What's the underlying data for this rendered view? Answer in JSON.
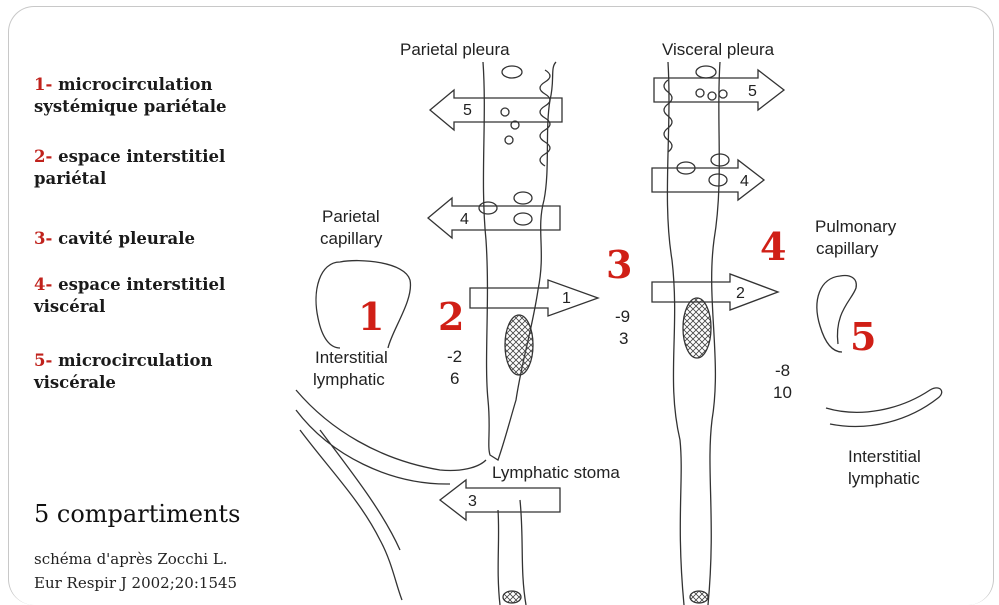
{
  "legend": [
    {
      "num": "1-",
      "text": "microcirculation",
      "text2": "systémique pariétale"
    },
    {
      "num": "2-",
      "text": "espace interstitiel",
      "text2": "pariétal"
    },
    {
      "num": "3-",
      "text": "cavité pleurale",
      "text2": ""
    },
    {
      "num": "4-",
      "text": "espace interstitiel",
      "text2": "viscéral"
    },
    {
      "num": "5-",
      "text": "microcirculation",
      "text2": "viscérale"
    }
  ],
  "title": "5 compartiments",
  "caption": {
    "line1": "schéma d'après Zocchi L.",
    "line2": "Eur Respir J 2002;20:1545"
  },
  "diagram": {
    "parietal_pleura": "Parietal pleura",
    "visceral_pleura": "Visceral pleura",
    "parietal_capillary_1": "Parietal",
    "parietal_capillary_2": "capillary",
    "pulmonary_capillary_1": "Pulmonary",
    "pulmonary_capillary_2": "capillary",
    "interstitial_lymphatic_left_1": "Interstitial",
    "interstitial_lymphatic_left_2": "lymphatic",
    "interstitial_lymphatic_right_1": "Interstitial",
    "interstitial_lymphatic_right_2": "lymphatic",
    "lymphatic_stoma": "Lymphatic stoma",
    "compartments": {
      "c1": "1",
      "c2": "2",
      "c3": "3",
      "c4": "4",
      "c5": "5"
    },
    "arrows": {
      "a1": "1",
      "a2": "2",
      "a3": "3",
      "a4_left": "4",
      "a4_right": "4",
      "a5_left": "5",
      "a5_right": "5"
    },
    "pressures": {
      "left_a": "-2",
      "left_b": "6",
      "mid_a": "-9",
      "mid_b": "3",
      "right_a": "-8",
      "right_b": "10"
    }
  }
}
